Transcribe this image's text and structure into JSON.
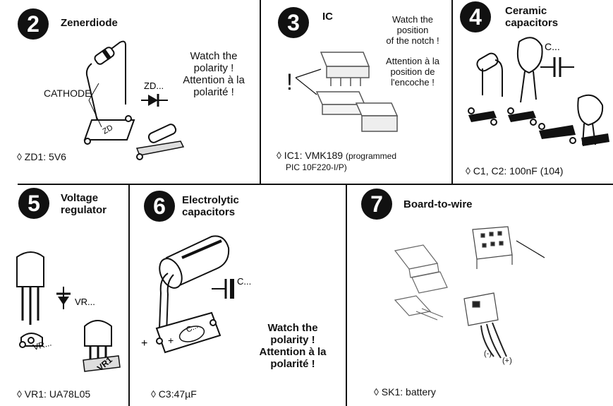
{
  "panels": {
    "p2": {
      "number": "2",
      "title": "Zenerdiode",
      "label_cathode": "CATHODE",
      "symbol_label": "ZD...",
      "silk_label": "ZD",
      "note_line1": "Watch the",
      "note_line2": "polarity !",
      "note_line3": "Attention à la",
      "note_line4": "polarité !",
      "spec": "◊ ZD1: 5V6"
    },
    "p3": {
      "number": "3",
      "title": "IC",
      "exclamation": "!",
      "note_line1": "Watch the",
      "note_line2": "position",
      "note_line3": "of the notch !",
      "note_line4": "Attention à la",
      "note_line5": "position de",
      "note_line6": "l'encoche !",
      "spec_main": "◊ IC1: VMK189",
      "spec_small": "(programmed",
      "spec_line2": "PIC 10F220-I/P)"
    },
    "p4": {
      "number": "4",
      "title_line1": "Ceramic",
      "title_line2": "capacitors",
      "symbol_label": "C...",
      "spec": "◊ C1, C2: 100nF  (104)"
    },
    "p5": {
      "number": "5",
      "title_line1": "Voltage",
      "title_line2": "regulator",
      "symbol_label": "VR...",
      "silk_label": "VR...",
      "silk_label2": "VR1",
      "spec": "◊ VR1: UA78L05"
    },
    "p6": {
      "number": "6",
      "title_line1": "Electrolytic",
      "title_line2": "capacitors",
      "symbol_label": "C...",
      "silk_label": "C...",
      "plus": "+",
      "note_line1": "Watch the",
      "note_line2": "polarity !",
      "note_line3": "Attention à la",
      "note_line4": "polarité !",
      "spec": "◊ C3:47µF"
    },
    "p7": {
      "number": "7",
      "title": "Board-to-wire",
      "minus": "(-)",
      "plus": "(+)",
      "spec": "◊ SK1: battery"
    }
  }
}
